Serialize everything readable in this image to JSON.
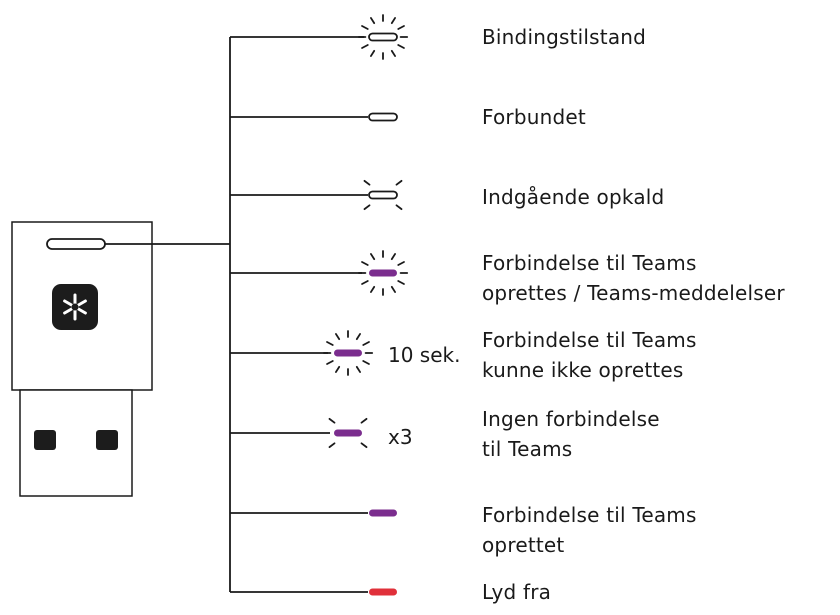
{
  "colors": {
    "line": "#1a1a1a",
    "white_led": "#ffffff",
    "purple_led": "#7b2d8e",
    "red_led": "#e0303a",
    "logo_bg": "#1c1c1c"
  },
  "device": {
    "name": "USB receiver",
    "logo_icon": "teams-asterisk-logo-icon"
  },
  "states": [
    {
      "id": "binding",
      "led": "white",
      "blink": "full",
      "lines": [
        "Bindingstilstand"
      ]
    },
    {
      "id": "connected",
      "led": "white",
      "blink": "none",
      "lines": [
        "Forbundet"
      ]
    },
    {
      "id": "incoming",
      "led": "white",
      "blink": "corners",
      "lines": [
        "Indgående opkald"
      ]
    },
    {
      "id": "teams-connecting",
      "led": "purple",
      "blink": "full",
      "lines": [
        "Forbindelse til Teams",
        "oprettes / Teams-meddelelser"
      ]
    },
    {
      "id": "teams-failed",
      "led": "purple",
      "blink": "full",
      "note": "10 sek.",
      "lines": [
        "Forbindelse til Teams",
        "kunne ikke oprettes"
      ]
    },
    {
      "id": "no-teams",
      "led": "purple",
      "blink": "corners",
      "note": "x3",
      "lines": [
        "Ingen forbindelse",
        "til Teams"
      ]
    },
    {
      "id": "teams-connected",
      "led": "purple",
      "blink": "none",
      "lines": [
        "Forbindelse til Teams",
        "oprettet"
      ]
    },
    {
      "id": "mute",
      "led": "red",
      "blink": "none",
      "lines": [
        "Lyd fra"
      ]
    }
  ]
}
